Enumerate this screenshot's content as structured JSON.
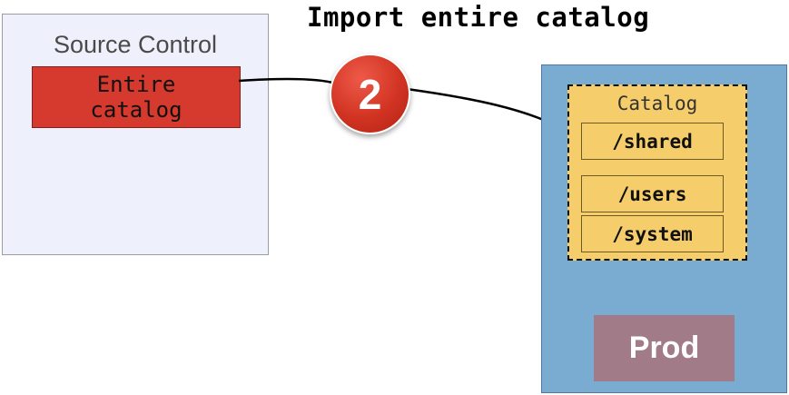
{
  "title": "Import entire catalog",
  "source_control": {
    "label": "Source Control",
    "item_line1": "Entire",
    "item_line2": "catalog"
  },
  "step": "2",
  "prod": {
    "catalog_label": "Catalog",
    "folders": [
      "/shared",
      "/users",
      "/system"
    ],
    "button_label": "Prod"
  },
  "colors": {
    "entire_catalog": "#d63a2e",
    "step_badge": "#d13322",
    "prod_panel": "#7aabd1",
    "catalog": "#f5cd6a",
    "prod_button": "#a27b88"
  }
}
